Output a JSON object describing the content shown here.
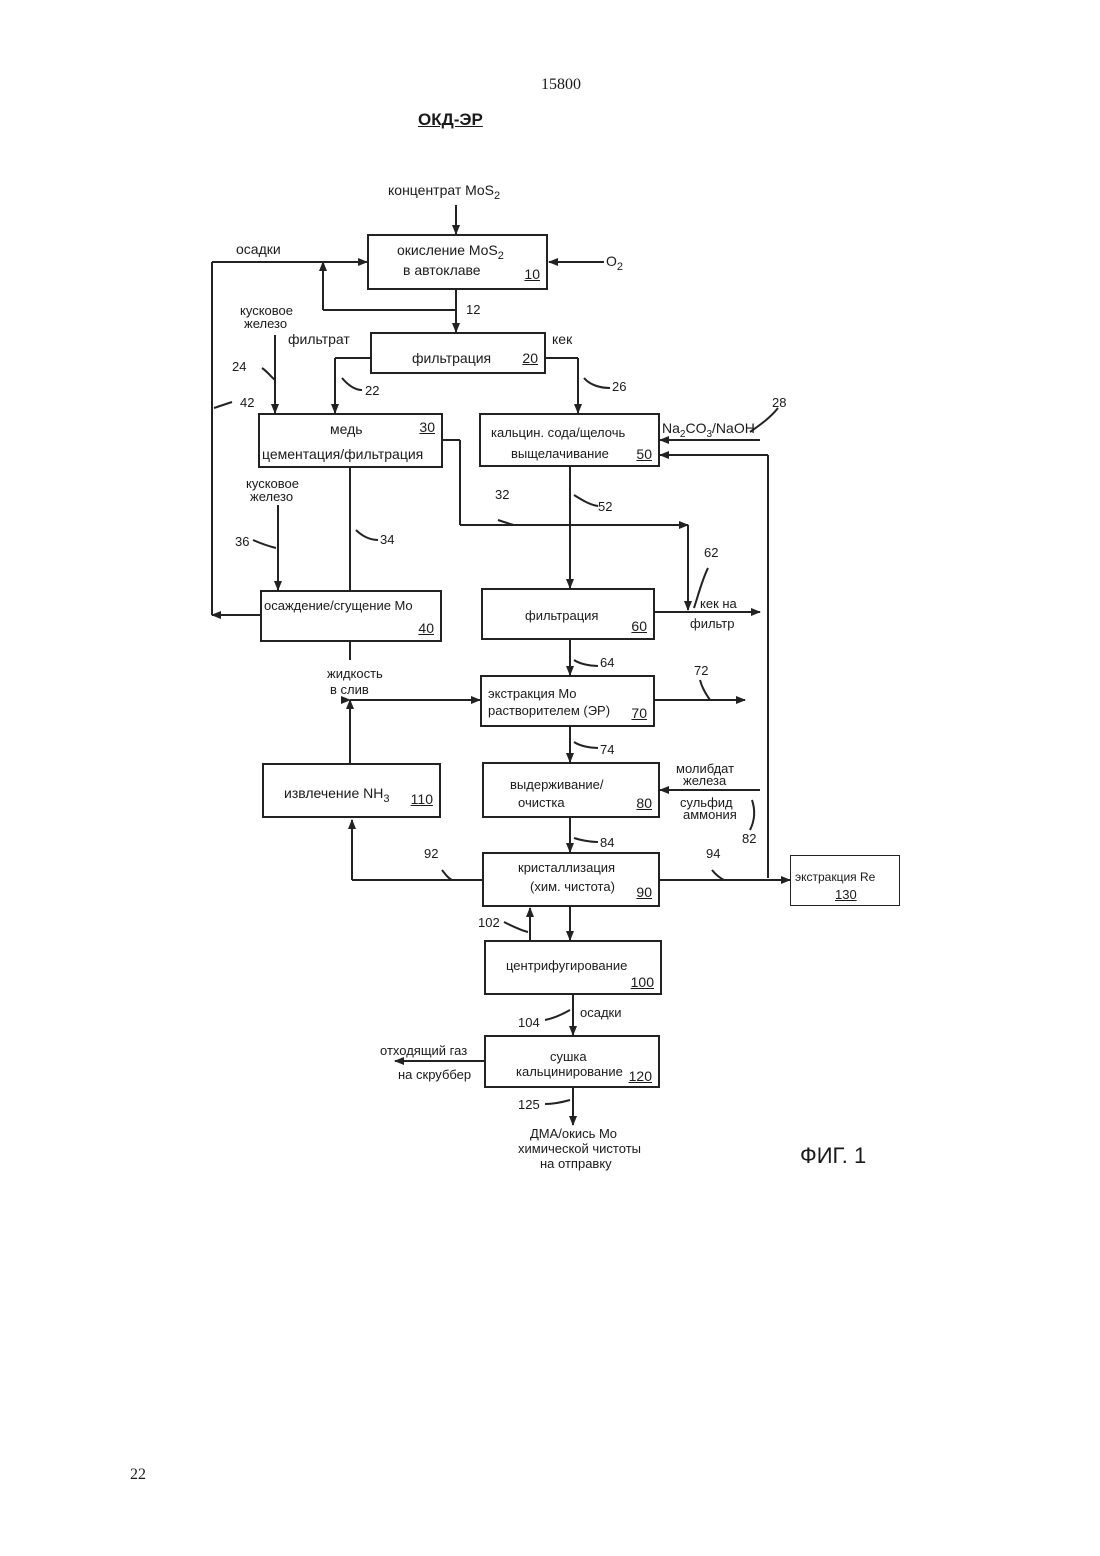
{
  "page": {
    "number_top": "15800",
    "number_bottom": "22"
  },
  "diagram": {
    "title": "ОКД-ЭР",
    "figure_label": "ФИГ. 1",
    "input_concentrate": "концентрат MoS",
    "input_concentrate_sub": "2",
    "boxes": {
      "b10": {
        "line1": "окисление MoS",
        "line1_sub": "2",
        "line2": "в автоклаве",
        "num": "10"
      },
      "b20": {
        "line1": "фильтрация",
        "num": "20"
      },
      "b30": {
        "line1": "медь",
        "line2": "цементация/фильтрация",
        "num": "30"
      },
      "b40": {
        "line1": "осаждение/сгущение Mo",
        "num": "40"
      },
      "b50": {
        "line1": "кальцин. сода/щелочь",
        "line2": "выщелачивание",
        "num": "50"
      },
      "b60": {
        "line1": "фильтрация",
        "num": "60"
      },
      "b70": {
        "line1": "экстракция Mo",
        "line2": "растворителем (ЭР)",
        "num": "70"
      },
      "b80": {
        "line1": "выдерживание/",
        "line2": "очистка",
        "num": "80"
      },
      "b90": {
        "line1": "кристаллизация",
        "line2": "(хим. чистота)",
        "num": "90"
      },
      "b100": {
        "line1": "центрифугирование",
        "num": "100"
      },
      "b110": {
        "line1": "извлечение NH",
        "line1_sub": "3",
        "num": "110"
      },
      "b120": {
        "line1": "сушка",
        "line2": "кальцинирование",
        "num": "120"
      },
      "b130": {
        "line1": "экстракция Re",
        "num": "130"
      }
    },
    "labels": {
      "o2": "O",
      "o2_sub": "2",
      "osadki_top": "осадки",
      "kuskovoe1_a": "кусковое",
      "kuskovoe1_b": "железо",
      "kuskovoe2_a": "кусковое",
      "kuskovoe2_b": "железо",
      "filtrat": "фильтрат",
      "kek": "кек",
      "na2co3": "Na",
      "na2co3_sub1": "2",
      "na2co3_mid": "CO",
      "na2co3_sub2": "3",
      "na2co3_end": "/NaOH",
      "kek_na_filtr_a": "кек на",
      "kek_na_filtr_b": "фильтр",
      "zhidkost_a": "жидкость",
      "zhidkost_b": "в слив",
      "molibdat_a": "молибдат",
      "molibdat_b": "железа",
      "sulfid_a": "сульфид",
      "sulfid_b": "аммония",
      "osadki_bottom": "осадки",
      "offgas_a": "отходящий газ",
      "offgas_b": "на скруббер",
      "product_a": "ДМА/окись Mo",
      "product_b": "химической чистоты",
      "product_c": "на отправку"
    },
    "stream_numbers": {
      "s12": "12",
      "s22": "22",
      "s24": "24",
      "s26": "26",
      "s28": "28",
      "s32": "32",
      "s34": "34",
      "s36": "36",
      "s42": "42",
      "s52": "52",
      "s62": "62",
      "s64": "64",
      "s72": "72",
      "s74": "74",
      "s82": "82",
      "s84": "84",
      "s92": "92",
      "s94": "94",
      "s102": "102",
      "s104": "104",
      "s125": "125"
    }
  }
}
